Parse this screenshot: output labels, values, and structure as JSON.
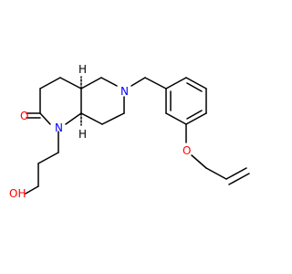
{
  "structure": {
    "atoms": {
      "oxygen_carbonyl": {
        "symbol": "O",
        "color": "#ff0000"
      },
      "nitrogen_lactam": {
        "symbol": "N",
        "color": "#0000ff"
      },
      "nitrogen_amine": {
        "symbol": "N",
        "color": "#0000ff"
      },
      "oxygen_hydroxyl": {
        "symbol": "OH",
        "color": "#ff0000"
      },
      "oxygen_ether": {
        "symbol": "O",
        "color": "#ff0000"
      }
    },
    "stereo_h_top": "H",
    "stereo_h_bottom": "H"
  }
}
